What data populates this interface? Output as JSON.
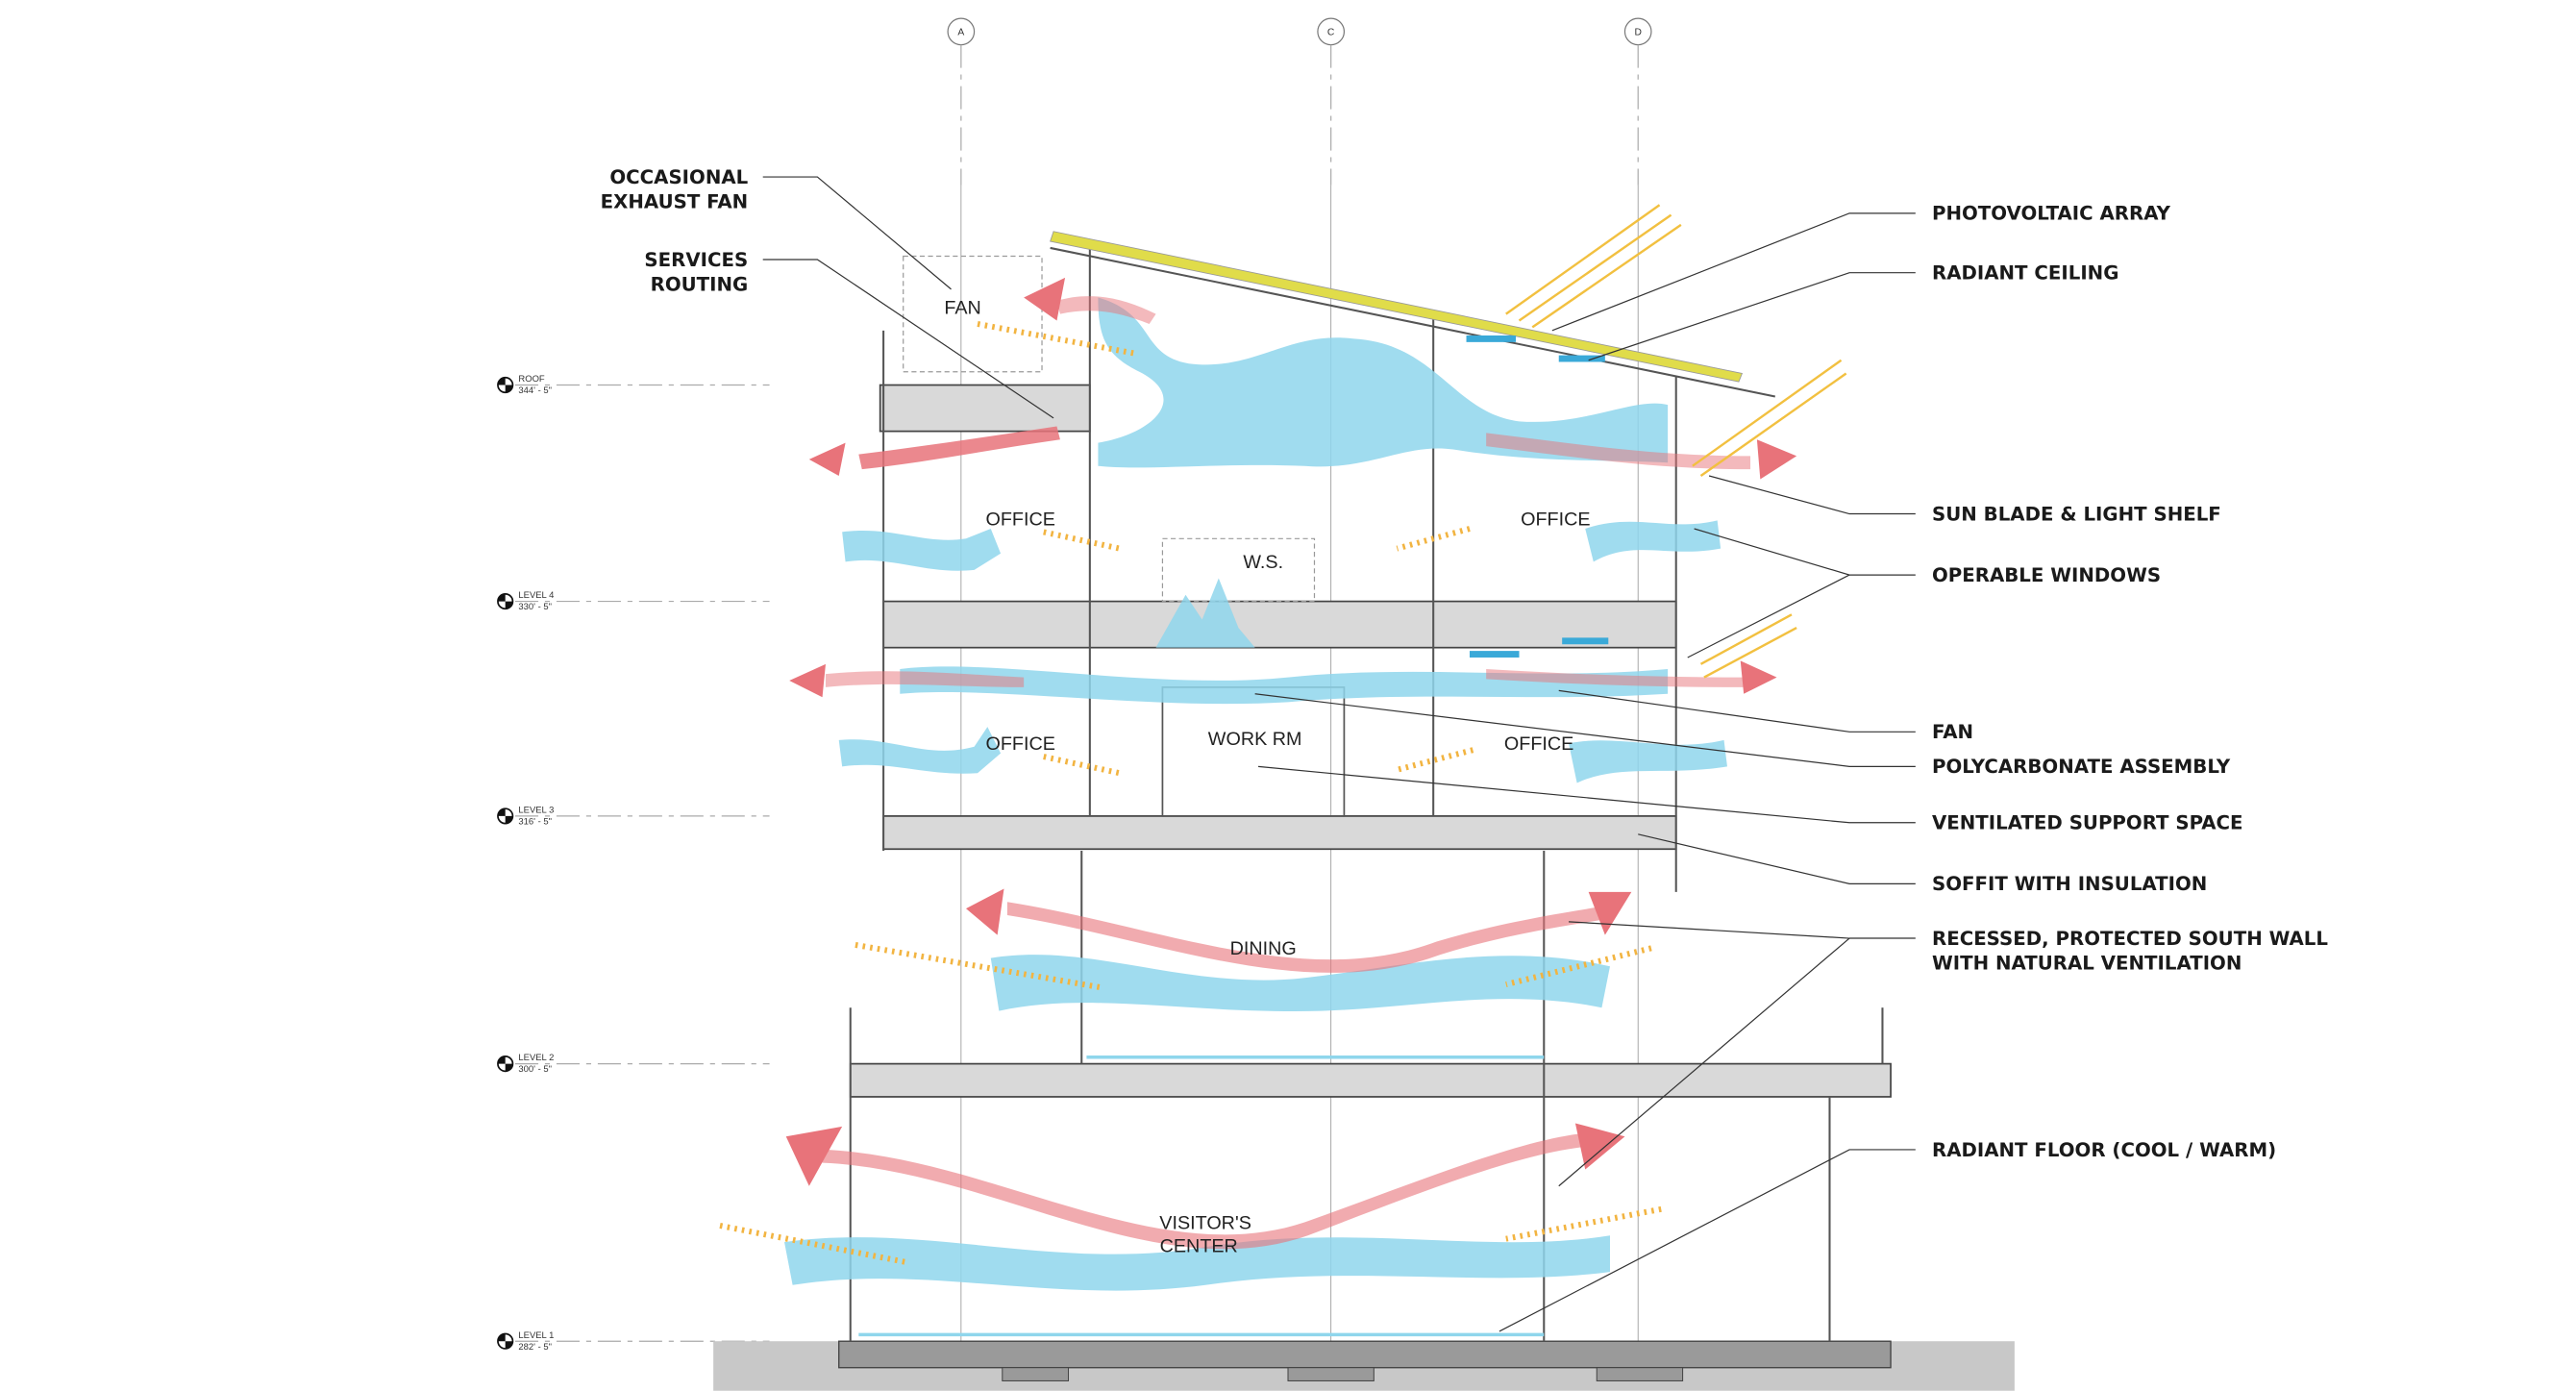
{
  "grid_lines": [
    {
      "label": "A"
    },
    {
      "label": "C"
    },
    {
      "label": "D"
    }
  ],
  "levels": [
    {
      "name": "ROOF",
      "elevation": "344' - 5\""
    },
    {
      "name": "LEVEL 4",
      "elevation": "330' - 5\""
    },
    {
      "name": "LEVEL 3",
      "elevation": "316' - 5\""
    },
    {
      "name": "LEVEL 2",
      "elevation": "300' - 5\""
    },
    {
      "name": "LEVEL 1",
      "elevation": "282' - 5\""
    }
  ],
  "left_callouts": [
    {
      "lines": [
        "OCCASIONAL",
        "EXHAUST FAN"
      ]
    },
    {
      "lines": [
        "SERVICES",
        "ROUTING"
      ]
    }
  ],
  "right_callouts": [
    {
      "lines": [
        "PHOTOVOLTAIC ARRAY"
      ]
    },
    {
      "lines": [
        "RADIANT CEILING"
      ]
    },
    {
      "lines": [
        "SUN BLADE & LIGHT SHELF"
      ]
    },
    {
      "lines": [
        "OPERABLE WINDOWS"
      ]
    },
    {
      "lines": [
        "FAN"
      ]
    },
    {
      "lines": [
        "POLYCARBONATE ASSEMBLY"
      ]
    },
    {
      "lines": [
        "VENTILATED SUPPORT SPACE"
      ]
    },
    {
      "lines": [
        "SOFFIT WITH INSULATION"
      ]
    },
    {
      "lines": [
        "RECESSED, PROTECTED SOUTH WALL",
        "WITH NATURAL VENTILATION"
      ]
    },
    {
      "lines": [
        "RADIANT FLOOR (COOL / WARM)"
      ]
    }
  ],
  "rooms": {
    "fan": "FAN",
    "office_4_left": "OFFICE",
    "office_4_right": "OFFICE",
    "ws": "W.S.",
    "office_3_left": "OFFICE",
    "work_rm": "WORK RM",
    "office_3_right": "OFFICE",
    "dining": "DINING",
    "visitors_center": [
      "VISITOR'S",
      "CENTER"
    ]
  },
  "colors": {
    "cool_air": "#8fd6ec",
    "warm_air": "#e8737a",
    "sunlight": "#f2b441",
    "pv_array": "#e0dc4a",
    "ground": "#c8c8c8"
  }
}
